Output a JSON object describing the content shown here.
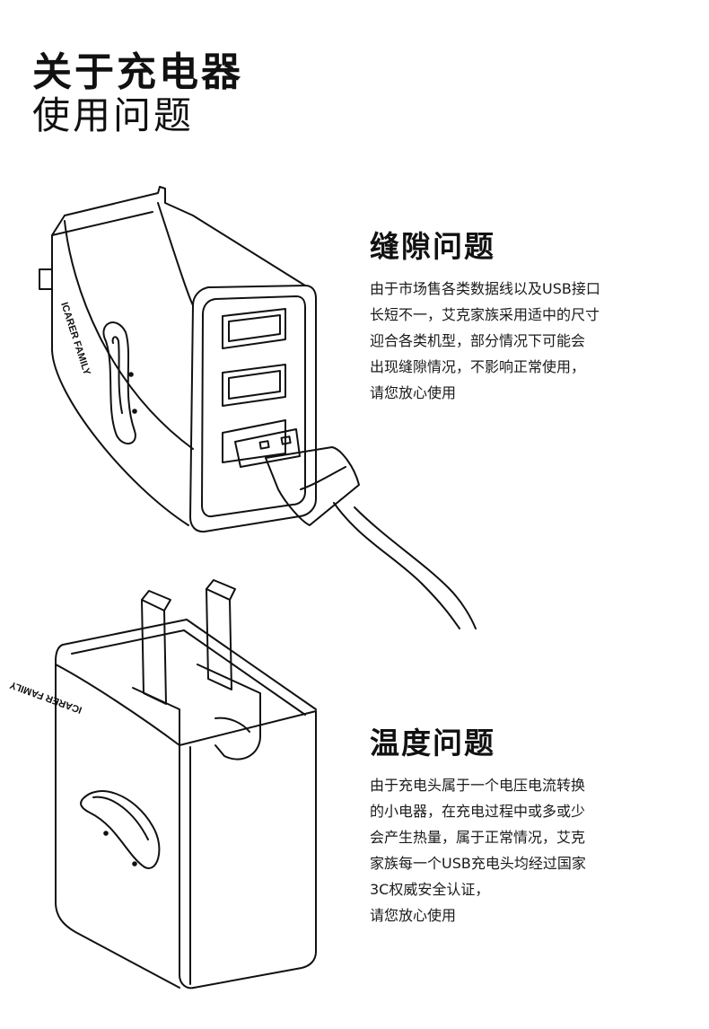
{
  "page": {
    "title_line1": "关于充电器",
    "title_line2": "使用问题"
  },
  "sections": [
    {
      "heading": "缝隙问题",
      "body": "由于市场售各类数据线以及USB接口\n长短不一，艾克家族采用适中的尺寸\n迎合各类机型，部分情况下可能会\n出现缝隙情况，不影响正常使用，\n请您放心使用"
    },
    {
      "heading": "温度问题",
      "body": "由于充电头属于一个电压电流转换\n的小电器，在充电过程中或多或少\n会产生热量，属于正常情况，艾克\n家族每一个USB充电头均经过国家\n3C权威安全认证，\n请您放心使用"
    }
  ],
  "illustrations": {
    "brand_text": "ICARER FAMILY",
    "top_charger": "three-port-usb-charger-with-cable",
    "bottom_charger": "charger-with-plug-prongs"
  }
}
